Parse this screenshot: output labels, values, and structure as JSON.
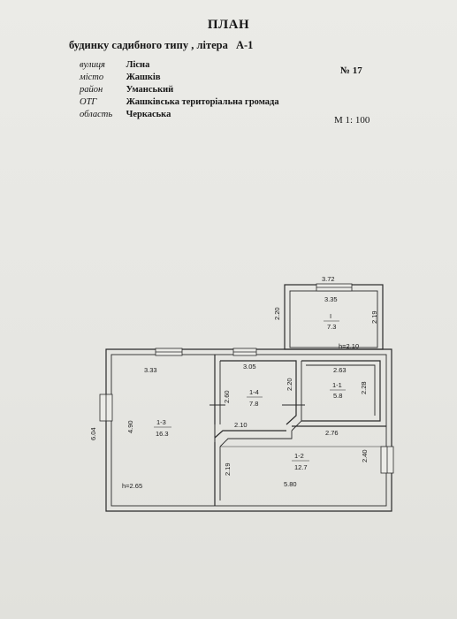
{
  "header": {
    "title": "ПЛАН",
    "subtitle": "будинку садибного типу , літера",
    "litera": "А-1",
    "number": "№ 17",
    "scale": "М 1: 100"
  },
  "address": [
    {
      "label": "вулиця",
      "value": "Лісна"
    },
    {
      "label": "місто",
      "value": "Жашків"
    },
    {
      "label": "район",
      "value": "Уманський"
    },
    {
      "label": "ОТГ",
      "value": "Жашківська територіальна громада"
    },
    {
      "label": "область",
      "value": "Черкаська"
    }
  ],
  "plan": {
    "dimensions": {
      "top_width": "3.72",
      "room_i_width": "3.35",
      "room_i_left": "2.20",
      "room_i_right": "2.19",
      "r13_width": "3.33",
      "r14_width": "3.05",
      "r11_width": "2.63",
      "r14_height": "2.60",
      "r14_right": "2.20",
      "r11_height": "2.28",
      "hall_width": "2.10",
      "r12_width": "2.76",
      "r13_height": "4.90",
      "overall_height": "6.04",
      "r12_left": "2.19",
      "r12_right": "2.40",
      "bottom_width": "5.80",
      "ceiling_main": "h=2.65",
      "ceiling_ext": "h=2.10"
    },
    "rooms": [
      {
        "id": "I",
        "area": "7.3"
      },
      {
        "id": "1-1",
        "area": "5.8"
      },
      {
        "id": "1-2",
        "area": "12.7"
      },
      {
        "id": "1-3",
        "area": "16.3"
      },
      {
        "id": "1-4",
        "area": "7.8"
      }
    ]
  }
}
